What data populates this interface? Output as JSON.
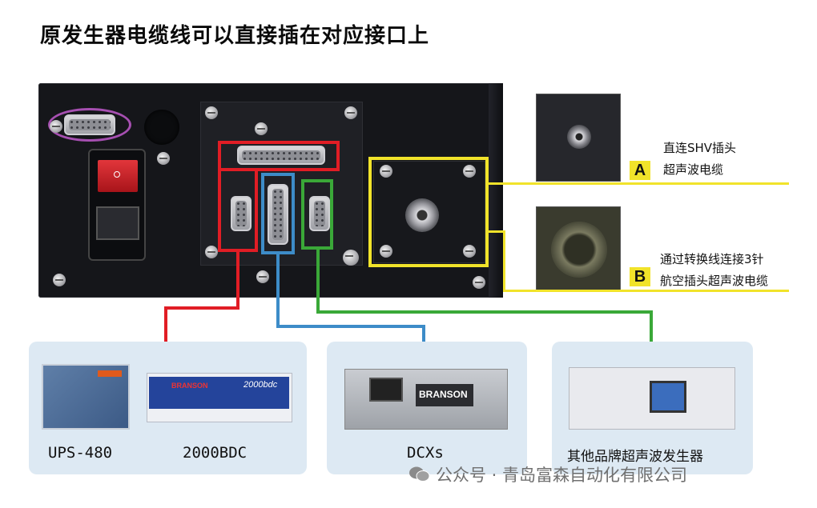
{
  "title": "原发生器电缆线可以直接插在对应接口上",
  "labels": {
    "a_badge": "A",
    "a_line1": "直连SHV插头",
    "a_line2": "超声波电缆",
    "b_badge": "B",
    "b_line1": "通过转换线连接3针",
    "b_line2": "航空插头超声波电缆"
  },
  "devices": {
    "ups": "UPS-480",
    "bdc": "2000BDC",
    "dcx": "DCXs",
    "other": "其他品牌超声波发生器"
  },
  "device_brand_text": {
    "bdc_brand": "BRANSON",
    "bdc_model": "2000bdc",
    "dcx_brand": "BRANSON"
  },
  "watermark": "公众号 · 青岛富森自动化有限公司",
  "colors": {
    "red": "#e11d25",
    "blue": "#3d8cc8",
    "green": "#3aa838",
    "yellow": "#f1e32a",
    "purple": "#a64fb1",
    "card_bg": "#dde9f3"
  }
}
